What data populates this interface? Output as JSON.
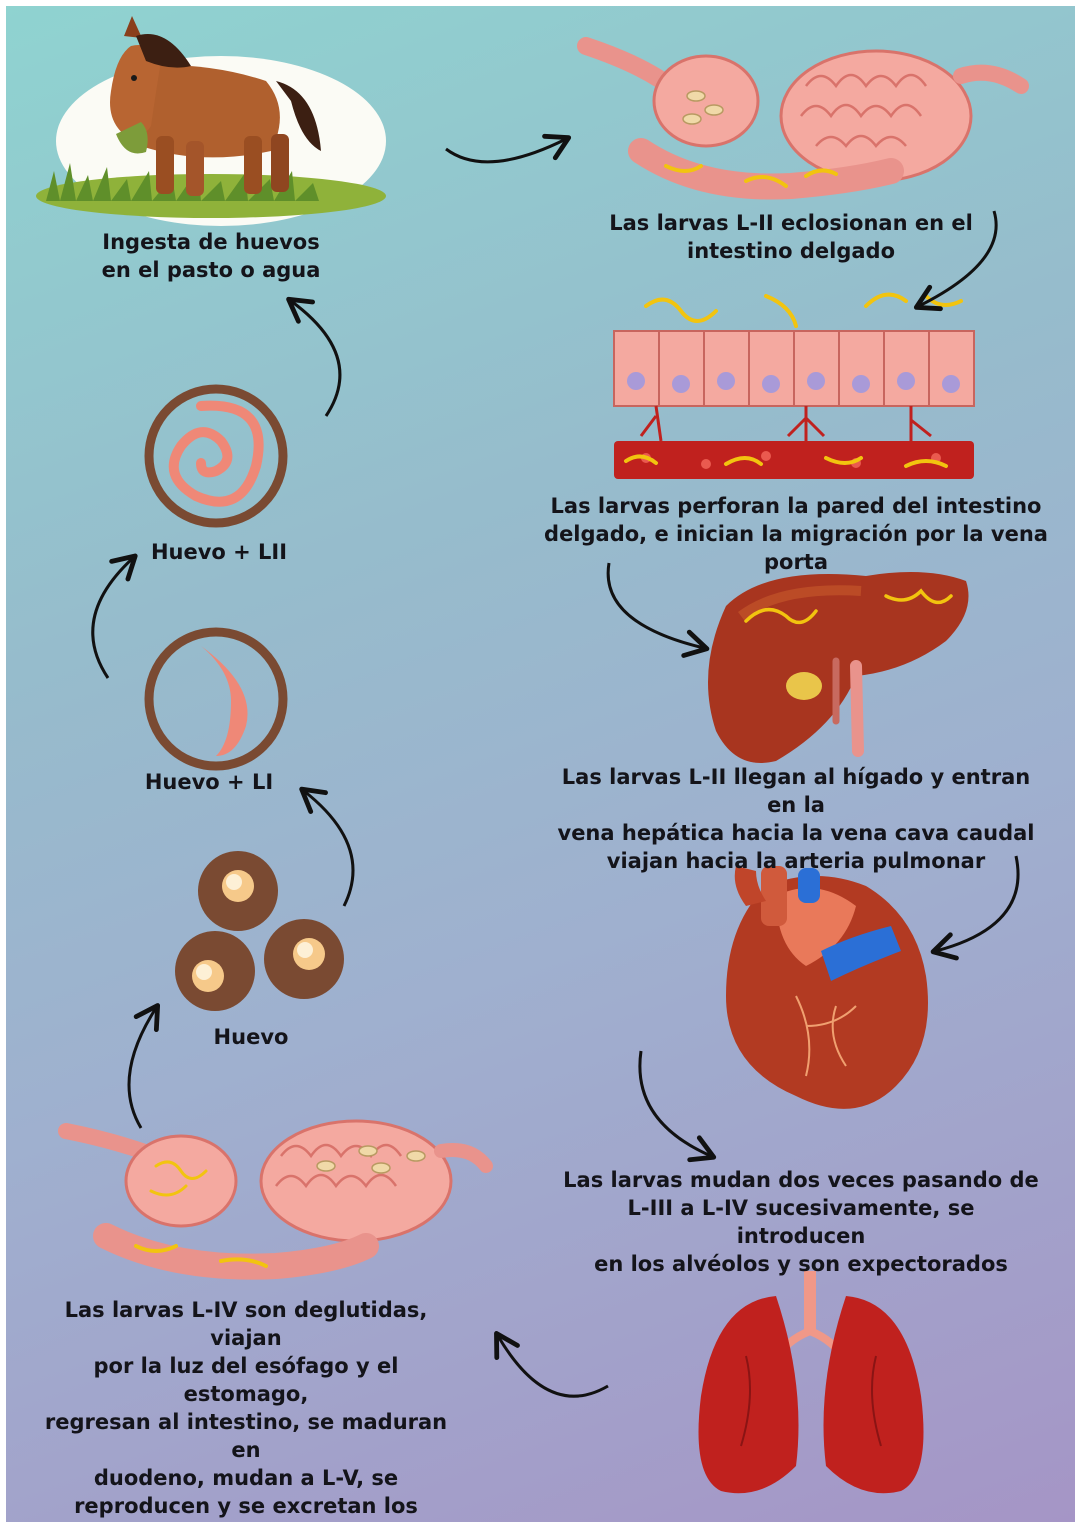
{
  "steps": {
    "ingest": "Ingesta de huevos\nen el pasto o agua",
    "hatch": "Las larvas L-II eclosionan en el\nintestino delgado",
    "perforate": "Las larvas perforan la pared del intestino\ndelgado, e inician la migración por la vena porta",
    "liver": "Las larvas L-II llegan al hígado y entran en la\nvena hepática hacia la vena cava caudal\nviajan hacia la arteria pulmonar",
    "molt": "Las larvas mudan dos veces pasando de\nL-III a L-IV sucesivamente, se introducen\nen los alvéolos y son expectorados",
    "swallow": "Las larvas L-IV son deglutidas, viajan\npor la luz del esófago y el estomago,\nregresan al intestino, se maduran en\nduodeno, mudan a L-V, se\nreproducen y se excretan los huevos\ncon las heces",
    "egg": "Huevo",
    "egg_l1": "Huevo + LI",
    "egg_l2": "Huevo + LII"
  },
  "icons": [
    "horse-icon",
    "intestine-icon",
    "intestinal-wall-icon",
    "liver-icon",
    "heart-icon",
    "lungs-icon",
    "intestine-with-eggs-icon",
    "eggs-icon",
    "egg-larva-l1-icon",
    "egg-larva-l2-icon"
  ],
  "colors": {
    "background_start": "#8fd3d0",
    "background_end": "#a595c6",
    "arrow": "#111111",
    "tissue": "#f2a39a",
    "blood": "#c0211e",
    "larva": "#f2c40f",
    "egg_shell": "#7a4a32",
    "egg_yolk": "#f6c98a"
  }
}
